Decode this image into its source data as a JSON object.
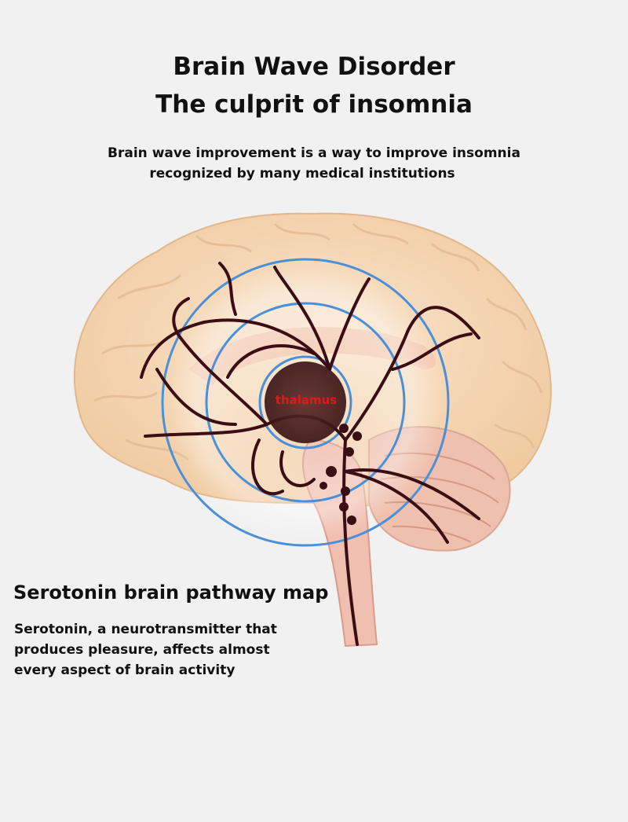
{
  "header": {
    "title_line1": "Brain Wave Disorder",
    "title_line2": "The culprit of insomnia",
    "subtitle_line1": "Brain wave improvement is a way to improve insomnia",
    "subtitle_line2": "recognized by many medical institutions"
  },
  "diagram": {
    "center_label": "thalamus"
  },
  "section": {
    "title": "Serotonin brain pathway map",
    "desc_line1": "Serotonin, a neurotransmitter that",
    "desc_line2": "produces pleasure, affects almost",
    "desc_line3": "every aspect of brain activity"
  },
  "colors": {
    "background": "#f1f1f1",
    "brain_tissue": "#f6d9b8",
    "pathway_lines": "#3a0e14",
    "wave_rings": "#4a90d9",
    "label_red": "#e3171b"
  }
}
